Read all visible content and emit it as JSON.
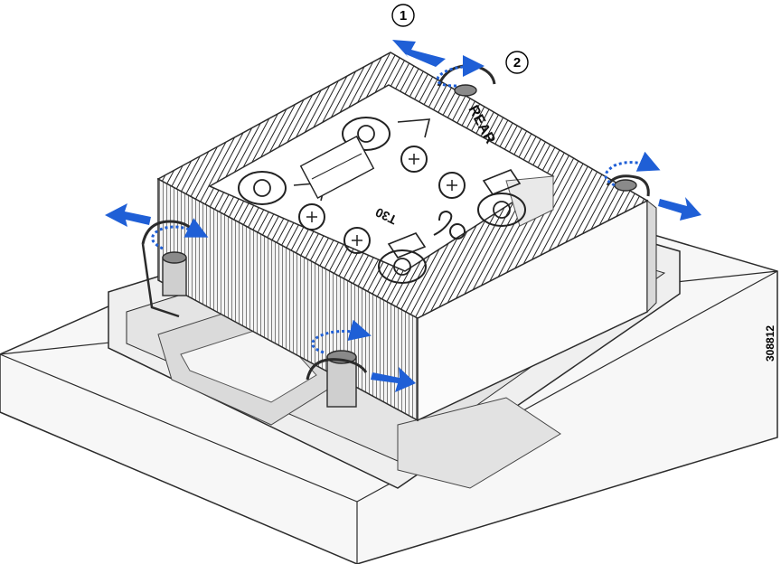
{
  "callouts": [
    {
      "number": "1"
    },
    {
      "number": "2"
    }
  ],
  "heatsink_label": "REAR",
  "torx_label": "T30",
  "figure_id": "308812",
  "colors": {
    "arrow_blue": "#1f5fd6",
    "outline": "#2b2b2b",
    "fin_shadow": "#bdbdbd",
    "board": "#f2f2f2"
  },
  "icons": {
    "release_arrow": "arrow-out-icon",
    "loosen_rotation": "rotate-ccw-icon"
  }
}
